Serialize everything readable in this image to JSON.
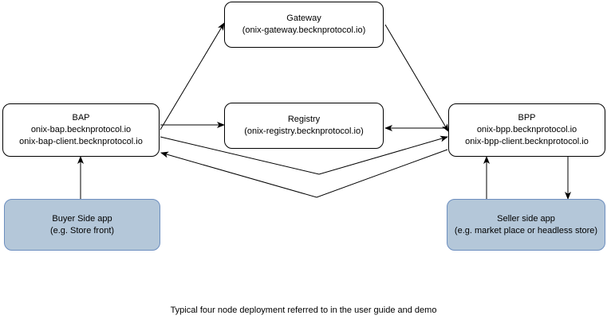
{
  "diagram": {
    "type": "node-edge-flow",
    "caption": "Typical four node deployment referred to in the user guide and demo",
    "colors": {
      "node_fill_plain": "#ffffff",
      "node_fill_shaded": "#b4c7d9",
      "node_stroke_plain": "#000000",
      "node_stroke_shaded": "#6c8ebf",
      "edge_stroke": "#000000",
      "text": "#000000",
      "background": "#ffffff"
    },
    "nodes": {
      "gateway": {
        "title": "Gateway",
        "subtitle": "(onix-gateway.becknprotocol.io)",
        "shaded": false
      },
      "registry": {
        "title": "Registry",
        "subtitle": "(onix-registry.becknprotocol.io)",
        "shaded": false
      },
      "bap": {
        "title": "BAP",
        "line2": "onix-bap.becknprotocol.io",
        "line3": "onix-bap-client.becknprotocol.io",
        "shaded": false
      },
      "bpp": {
        "title": "BPP",
        "line2": "onix-bpp.becknprotocol.io",
        "line3": "onix-bpp-client.becknprotocol.io",
        "shaded": false
      },
      "buyer": {
        "title": "Buyer Side app",
        "subtitle": "(e.g. Store front)",
        "shaded": true
      },
      "seller": {
        "title": "Seller side app",
        "subtitle": "(e.g. market place or headless store)",
        "shaded": true
      }
    },
    "edges": [
      {
        "id": "bap-to-gateway",
        "from": "bap",
        "to": "gateway",
        "label": "",
        "arrow": "end"
      },
      {
        "id": "bap-to-registry",
        "from": "bap",
        "to": "registry",
        "label": "",
        "arrow": "end"
      },
      {
        "id": "gateway-to-bpp",
        "from": "gateway",
        "to": "bpp",
        "label": "",
        "arrow": "end"
      },
      {
        "id": "bpp-to-registry",
        "from": "bpp",
        "to": "registry",
        "label": "",
        "arrow": "end"
      },
      {
        "id": "bap-to-bpp",
        "from": "bap",
        "to": "bpp",
        "label": "",
        "arrow": "end"
      },
      {
        "id": "bpp-to-bap",
        "from": "bpp",
        "to": "bap",
        "label": "",
        "arrow": "end"
      },
      {
        "id": "buyer-to-bap",
        "from": "buyer",
        "to": "bap",
        "label": "",
        "arrow": "end"
      },
      {
        "id": "seller-to-bpp",
        "from": "seller",
        "to": "bpp",
        "label": "",
        "arrow": "end"
      },
      {
        "id": "bpp-to-seller",
        "from": "bpp",
        "to": "seller",
        "label": "",
        "arrow": "end"
      }
    ]
  }
}
